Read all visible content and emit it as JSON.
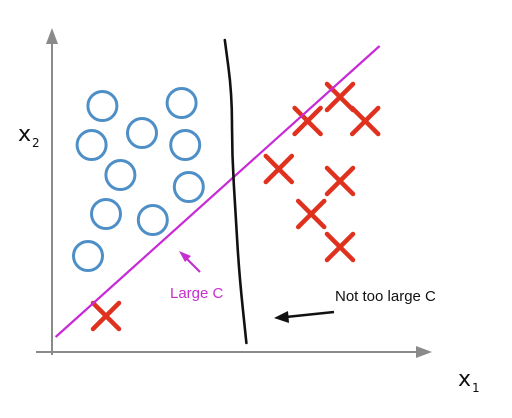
{
  "axes": {
    "x_label": "x",
    "x_sub": "1",
    "y_label": "x",
    "y_sub": "2"
  },
  "annotations": {
    "large_c": "Large C",
    "not_too_large_c": "Not too large C"
  },
  "colors": {
    "circle": "#4f8fc7",
    "cross": "#e0311f",
    "large_c_boundary": "#c72ad6",
    "not_too_large_c_boundary": "#111111",
    "axis": "#8a8a8a"
  },
  "chart_data": {
    "type": "scatter",
    "title": "",
    "xlabel": "x1",
    "ylabel": "x2",
    "grid": false,
    "series": [
      {
        "marker": "circle",
        "points": [
          [
            1.4,
            8.2
          ],
          [
            3.6,
            8.3
          ],
          [
            1.1,
            6.9
          ],
          [
            2.5,
            7.3
          ],
          [
            3.7,
            6.9
          ],
          [
            1.9,
            5.9
          ],
          [
            3.8,
            5.5
          ],
          [
            1.5,
            4.6
          ],
          [
            2.8,
            4.4
          ],
          [
            1.0,
            3.2
          ]
        ]
      },
      {
        "marker": "cross",
        "points": [
          [
            1.5,
            1.2
          ],
          [
            8.0,
            8.5
          ],
          [
            7.1,
            7.7
          ],
          [
            8.7,
            7.7
          ],
          [
            6.3,
            6.1
          ],
          [
            8.0,
            5.7
          ],
          [
            7.2,
            4.6
          ],
          [
            8.0,
            3.5
          ]
        ]
      }
    ],
    "boundaries": [
      {
        "name": "Large C",
        "points": [
          [
            0.1,
            0.5
          ],
          [
            9.1,
            10.2
          ]
        ]
      },
      {
        "name": "Not too large C",
        "points": [
          [
            4.8,
            10.4
          ],
          [
            5.0,
            8.6
          ],
          [
            5.0,
            6.6
          ],
          [
            5.1,
            4.6
          ],
          [
            5.2,
            2.6
          ],
          [
            5.4,
            0.3
          ]
        ]
      }
    ]
  }
}
